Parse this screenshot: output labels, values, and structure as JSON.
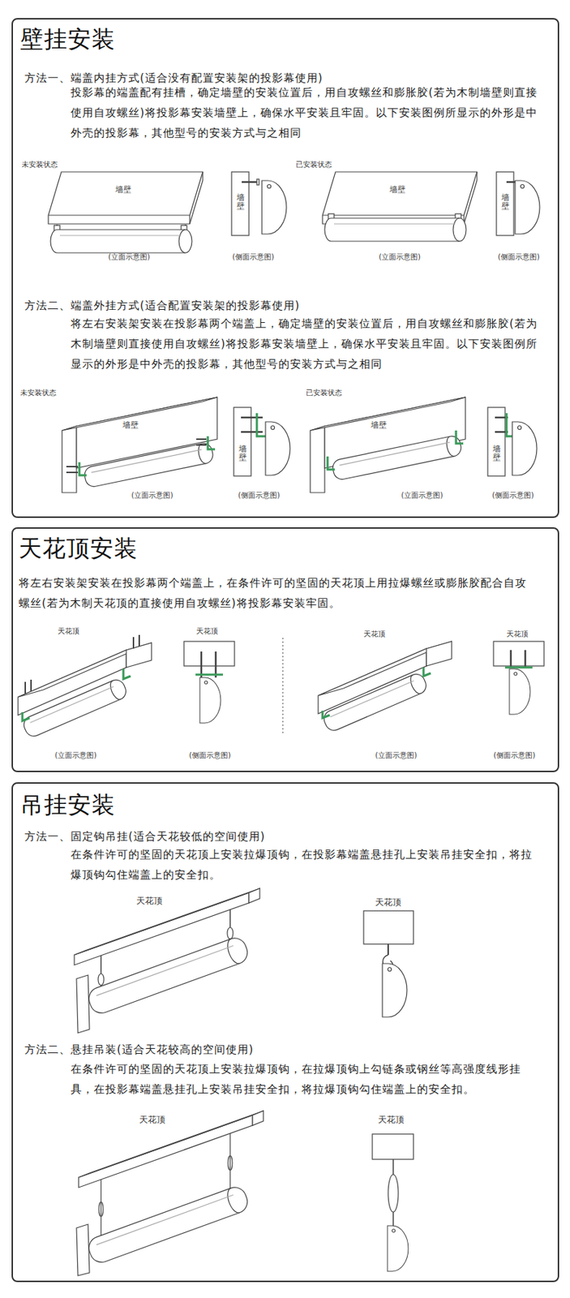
{
  "diagram": {
    "nodes": [
      {
        "text": [
          "壁挂安装",
          "方法一、端盖内挂方式(适合没有配置安装架的投影幕使用)",
          "投影幕的端盖配有挂槽，确定墙壁的安装位置后，用自攻螺丝和膨胀胶(若为木制墙壁则直接使用自攻螺丝)将投影幕安装墙壁上，确保水平安装且牢固。以下安装图例所显示的外形是中外壳的投影幕，其他型号的安装方式与之相同",
          "方法二、端盖外挂方式(适合配置安装架的投影幕使用)",
          "将左右安装架安装在投影幕两个端盖上，确定墙壁的安装位置后，用自攻螺丝和膨胀胶(若为木制墙壁则直接使用自攻螺丝)将投影幕安装墙壁上，确保水平安装且牢固。以下安装图例所显示的外形是中外壳的投影幕，其他型号的安装方式与之相同"
        ]
      },
      {
        "text": [
          "天花顶安装",
          "将左右安装架安装在投影幕两个端盖上，在条件许可的坚固的天花顶上用拉爆螺丝或膨胀胶配合自攻螺丝(若为木制天花顶的直接使用自攻螺丝)将投影幕安装牢固。"
        ]
      },
      {
        "text": [
          "吊挂安装",
          "方法一、固定钩吊挂(适合天花较低的空间使用)",
          "在条件许可的坚固的天花顶上安装拉爆顶钩，在投影幕端盖悬挂孔上安装吊挂安全扣，将拉爆顶钩勾住端盖上的安全扣。",
          "方法二、悬挂吊装(适合天花较高的空间使用)",
          "在条件许可的坚固的天花顶上安装拉爆顶钩，在拉爆顶钩上勾链条或钢丝等高强度线形挂具，在投影幕端盖悬挂孔上安装吊挂安全扣，将拉爆顶钩勾住端盖上的安全扣。"
        ]
      }
    ],
    "labels": [
      "未安装状态",
      "墙壁",
      "(立面示意图)",
      "墙壁",
      "(侧面示意图)",
      "已安装状态",
      "墙壁",
      "(立面示意图)",
      "墙壁",
      "(侧面示意图)",
      "未安装状态",
      "墙壁",
      "(立面示意图)",
      "墙壁",
      "(侧面示意图)",
      "已安装状态",
      "墙壁",
      "(立面示意图)",
      "墙壁",
      "(侧面示意图)",
      "天花顶",
      "天花顶",
      "(立面示意图)",
      "(侧面示意图)",
      "天花顶",
      "天花顶",
      "(立面示意图)",
      "(侧面示意图)",
      "天花顶",
      "天花顶",
      "天花顶",
      "天花顶"
    ]
  }
}
